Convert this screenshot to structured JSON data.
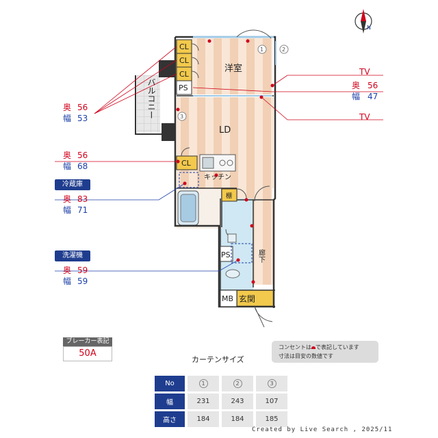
{
  "compass": {
    "label": "N"
  },
  "rooms": {
    "western": "洋室",
    "ld": "LD",
    "kitchen": "キッチン",
    "balcony": "バルコニー",
    "corridor": "廊下",
    "entrance": "玄関",
    "shelf": "棚",
    "cl1": "CL",
    "cl2": "CL",
    "cl3": "CL",
    "cl4": "CL",
    "ps1": "PS",
    "ps2": "PS",
    "mb": "MB"
  },
  "window_marks": {
    "w1": "1",
    "w2": "2",
    "w3": "3"
  },
  "annotations": {
    "balcony": {
      "depth_label": "奥",
      "depth": "56",
      "width_label": "幅",
      "width": "53"
    },
    "closet": {
      "depth_label": "奥",
      "depth": "56",
      "width_label": "幅",
      "width": "68"
    },
    "fridge": {
      "title": "冷蔵庫",
      "depth_label": "奥",
      "depth": "83",
      "width_label": "幅",
      "width": "71"
    },
    "washer": {
      "title": "洗濯機",
      "depth_label": "奥",
      "depth": "59",
      "width_label": "幅",
      "width": "59"
    },
    "tv_space": {
      "tv1": "TV",
      "depth_label": "奥",
      "depth": "56",
      "width_label": "幅",
      "width": "47",
      "tv2": "TV"
    }
  },
  "breaker": {
    "label": "ブレーカー表記",
    "value": "50A"
  },
  "note": {
    "line1_pre": "コンセントは",
    "line1_post": "で表記しています",
    "line2": "寸法は目安の数値です"
  },
  "curtain": {
    "title": "カーテンサイズ",
    "headers": [
      "No",
      "幅",
      "高さ"
    ],
    "numbers": [
      "1",
      "2",
      "3"
    ],
    "widths": [
      "231",
      "243",
      "107"
    ],
    "heights": [
      "184",
      "184",
      "185"
    ]
  },
  "footer": "Created by Live Search , 2025/11",
  "colors": {
    "outlet": "#d0021b",
    "leader_red": "#d0021b",
    "leader_blue": "#1c3fa8",
    "floor": "#f3d7c0",
    "tag": "#1f3d8f"
  }
}
